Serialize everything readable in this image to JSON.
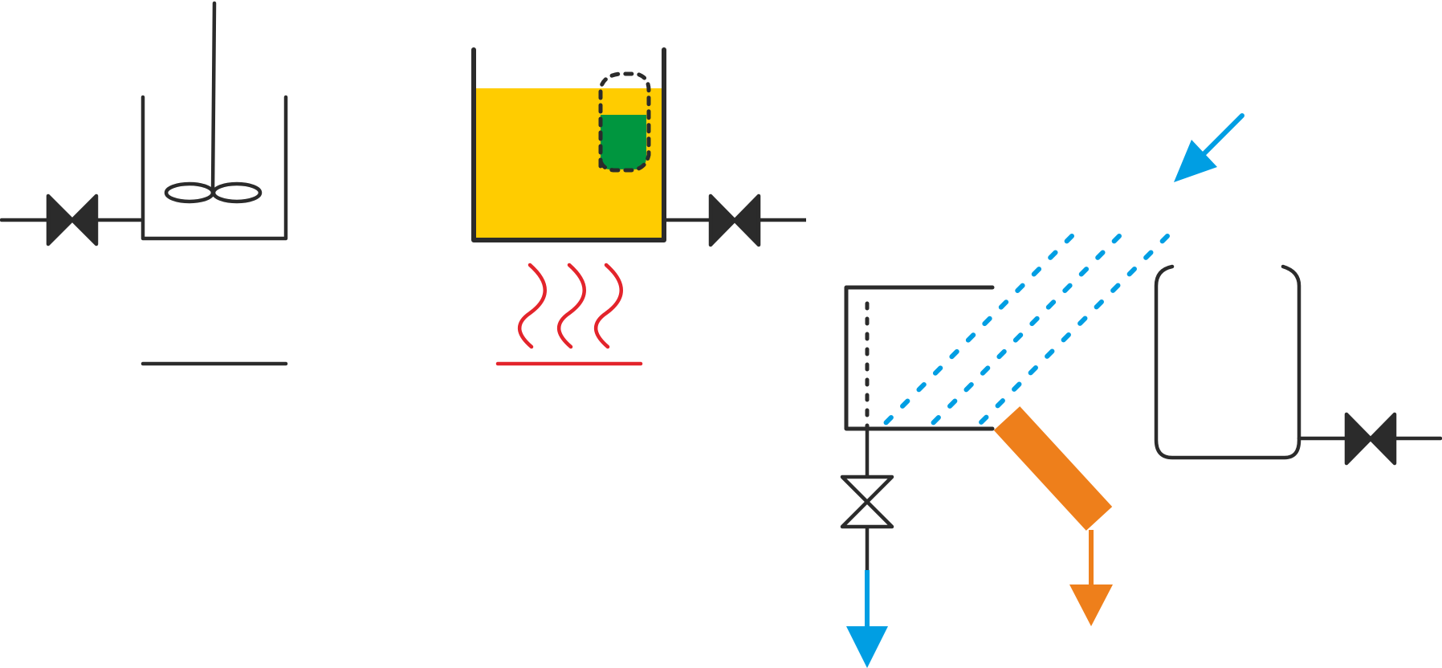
{
  "diagram": {
    "type": "process-flow-pictograms",
    "background": "#ffffff",
    "colors": {
      "line": "#2b2b2b",
      "liquid": "#ffcc00",
      "solid": "#00963f",
      "heat": "#e3242b",
      "water": "#009ee3",
      "product": "#ee7f1b"
    },
    "components": [
      {
        "id": "stirred-tank",
        "parts": [
          "inlet-valve",
          "vessel",
          "agitator-impeller",
          "base-line"
        ]
      },
      {
        "id": "heated-tank",
        "parts": [
          "vessel",
          "liquid-fill",
          "solid-block",
          "dissolution-outline",
          "outlet-valve",
          "heat-waves",
          "heat-plate"
        ]
      },
      {
        "id": "crossflow-separator",
        "parts": [
          "inlet-arrow",
          "spray-lines",
          "box",
          "filter-line",
          "bottom-valve",
          "drain-arrow",
          "product-chute",
          "product-arrow"
        ]
      },
      {
        "id": "open-vessel",
        "parts": [
          "vessel",
          "outlet-valve"
        ]
      }
    ]
  }
}
